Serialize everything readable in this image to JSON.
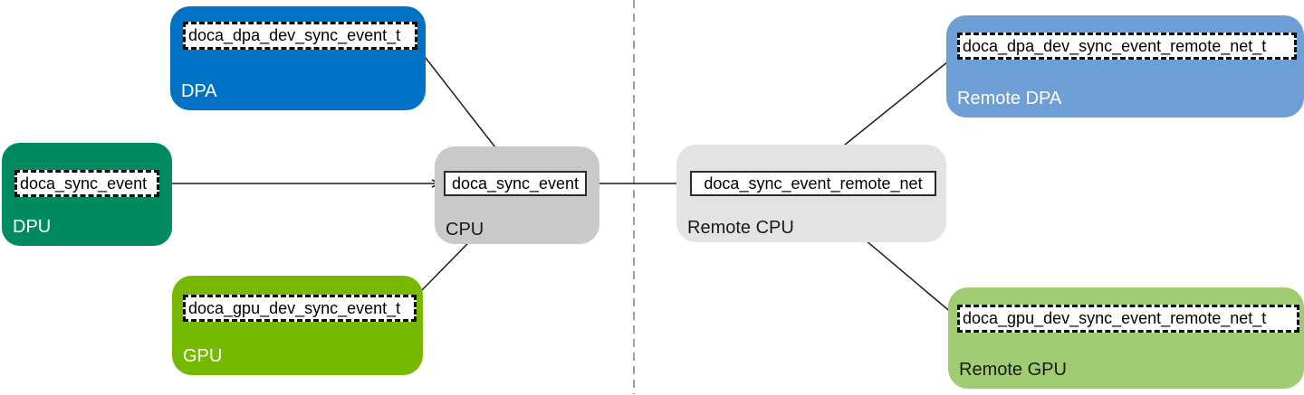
{
  "nodes": {
    "dpa": {
      "label": "DPA",
      "handle": "doca_dpa_dev_sync_event_t",
      "fill": "#0072c6",
      "label_color": "#ffffff"
    },
    "dpu": {
      "label": "DPU",
      "handle": "doca_sync_event",
      "fill": "#008a60",
      "label_color": "#ffffff"
    },
    "gpu": {
      "label": "GPU",
      "handle": "doca_gpu_dev_sync_event_t",
      "fill": "#76b900",
      "label_color": "#ffffff"
    },
    "cpu": {
      "label": "CPU",
      "handle": "doca_sync_event",
      "fill": "#c9c9c9",
      "label_color": "#1a1a1a"
    },
    "remote_cpu": {
      "label": "Remote CPU",
      "handle": "doca_sync_event_remote_net",
      "fill": "#e3e3e3",
      "label_color": "#1a1a1a"
    },
    "remote_dpa": {
      "label": "Remote DPA",
      "handle": "doca_dpa_dev_sync_event_remote_net_t",
      "fill": "#6d9fd6",
      "label_color": "#ffffff"
    },
    "remote_gpu": {
      "label": "Remote GPU",
      "handle": "doca_gpu_dev_sync_event_remote_net_t",
      "fill": "#9fcc70",
      "label_color": "#1a1a1a"
    }
  },
  "edges": [
    {
      "from": "doca_dpa_dev_sync_event_t",
      "to": "doca_sync_event (CPU)"
    },
    {
      "from": "doca_sync_event (DPU)",
      "to": "doca_sync_event (CPU)"
    },
    {
      "from": "doca_gpu_dev_sync_event_t",
      "to": "doca_sync_event (CPU)"
    },
    {
      "from": "doca_sync_event_remote_net",
      "to": "doca_sync_event (CPU)"
    },
    {
      "from": "doca_dpa_dev_sync_event_remote_net_t",
      "to": "doca_sync_event_remote_net"
    },
    {
      "from": "doca_gpu_dev_sync_event_remote_net_t",
      "to": "doca_sync_event_remote_net"
    }
  ],
  "colors": {
    "arrow": "#1a1a1a",
    "divider": "#9e9e9e",
    "handle_bg": "#ffffff",
    "handle_text": "#000000"
  }
}
